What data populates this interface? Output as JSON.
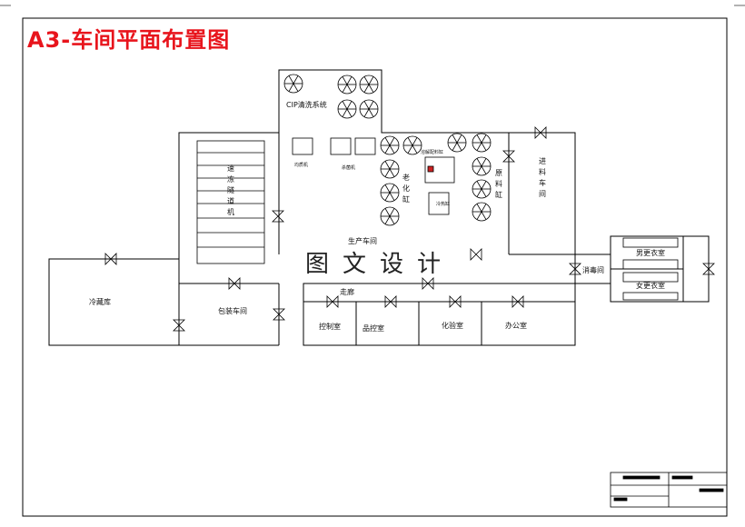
{
  "title": "A3-车间平面布置图",
  "watermark": [
    "图",
    "文",
    "设",
    "计"
  ],
  "rooms": {
    "cip": "CIP清洗系统",
    "production": "生产车间",
    "tunnel": [
      "速",
      "冻",
      "隧",
      "道",
      "机"
    ],
    "cold_storage": "冷藏库",
    "packing": "包装车间",
    "corridor": "走廊",
    "control": "控制室",
    "qc": "品控室",
    "lab": "化验室",
    "office": "办公室",
    "raw_tank": [
      "原",
      "料",
      "缸"
    ],
    "aging_tank": [
      "老",
      "化",
      "缸"
    ],
    "incoming": [
      "进",
      "料",
      "车",
      "间"
    ],
    "disinfection": "消毒间",
    "men_locker": "男更衣室",
    "women_locker": "女更衣室"
  },
  "equipment": {
    "homogenizer": "均质机",
    "sterilizer": "杀菌机",
    "mixer": "溶解配料缸",
    "machine4": "冷热缸"
  },
  "colors": {
    "title": "#e8141c",
    "line": "#000000"
  }
}
